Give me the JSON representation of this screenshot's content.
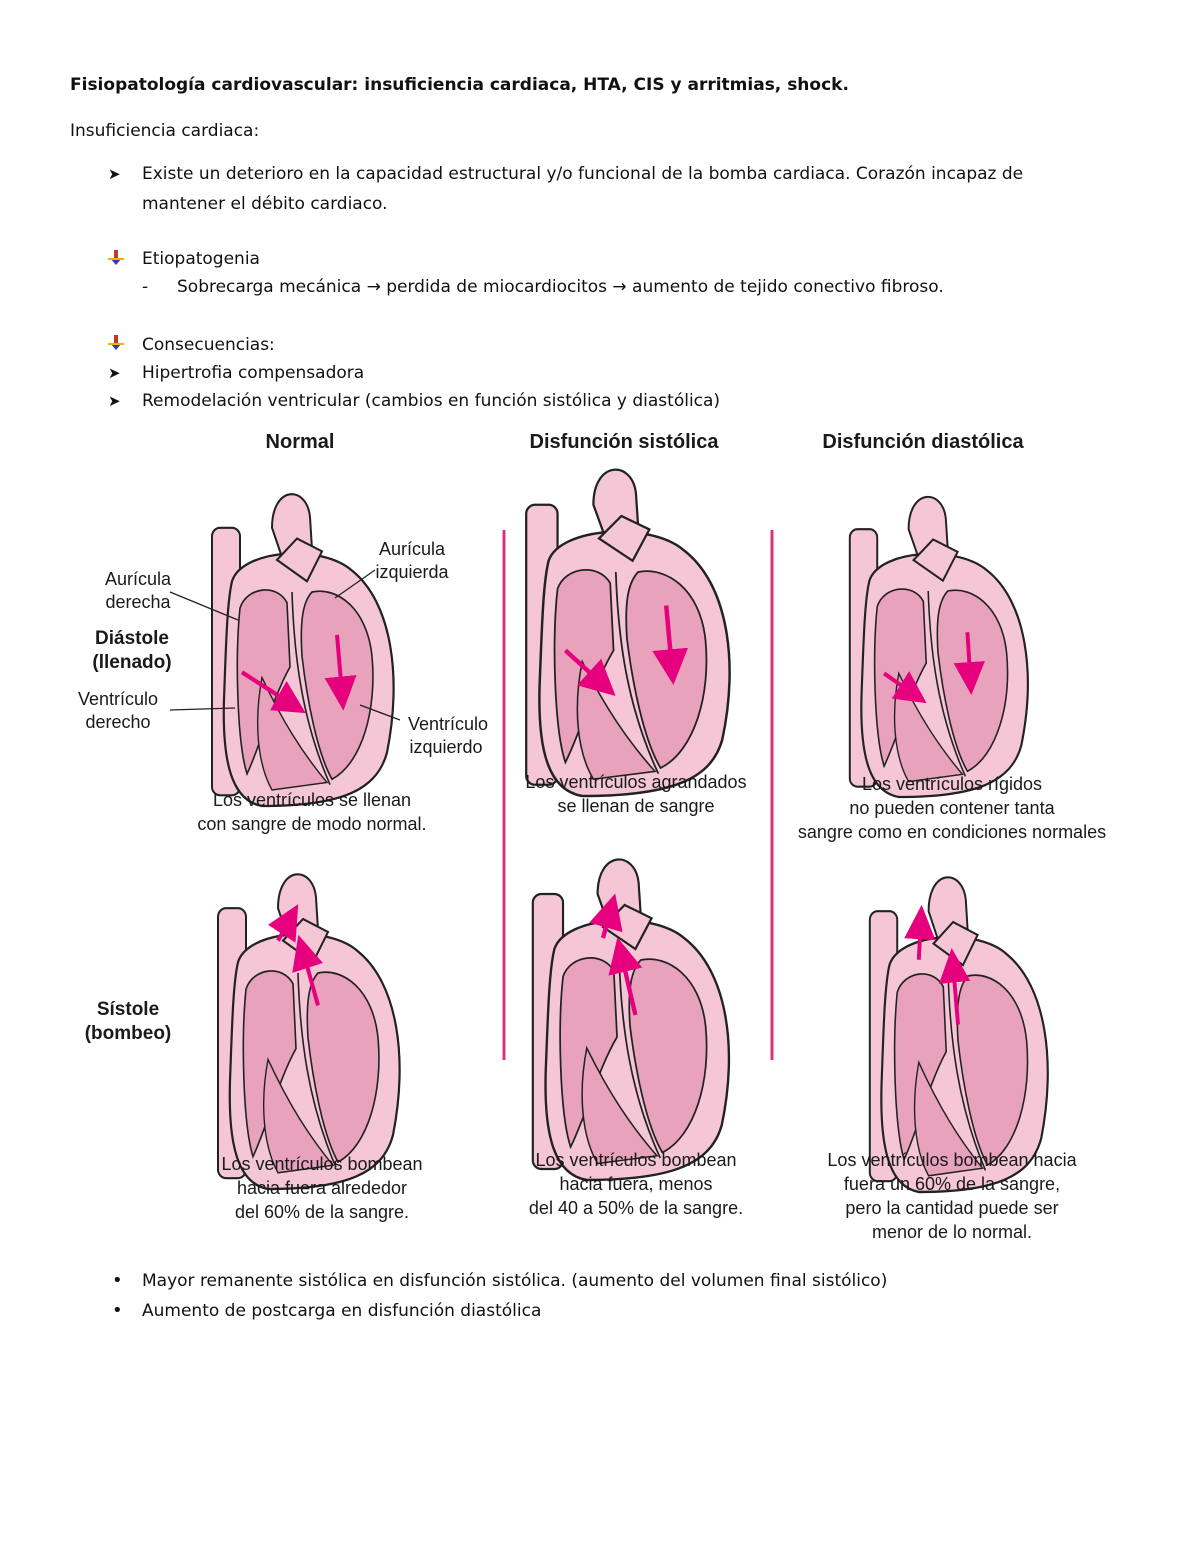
{
  "doc": {
    "title": "Fisiopatología cardiovascular: insuficiencia cardiaca, HTA, CIS y arritmias, shock.",
    "section": "Insuficiencia cardiaca:",
    "intro_line1": "Existe un deterioro en la capacidad estructural y/o funcional de la bomba cardiaca. Corazón incapaz de",
    "intro_line2": "mantener el débito cardiaco.",
    "etio_heading": "Etiopatogenia",
    "etio_item": "Sobrecarga mecánica → perdida de miocardiocitos → aumento de tejido conectivo fibroso.",
    "cons_heading": "Consecuencias:",
    "cons_items": [
      "Hipertrofia compensadora",
      "Remodelación ventricular (cambios en función sistólica y diastólica)"
    ],
    "bottom_bullets": [
      "Mayor remanente sistólica en disfunción sistólica. (aumento del volumen final sistólico)",
      "Aumento de postcarga en disfunción diastólica"
    ],
    "colors": {
      "heart_fill": "#f5c6d6",
      "heart_inner": "#e8a2bc",
      "accent": "#e6007e",
      "divider": "#e0307d"
    }
  },
  "figure": {
    "columns": [
      "Normal",
      "Disfunción sistólica",
      "Disfunción diastólica"
    ],
    "rows": {
      "diastole_1": "Diástole",
      "diastole_2": "(llenado)",
      "systole_1": "Sístole",
      "systole_2": "(bombeo)"
    },
    "annotations": {
      "ra_1": "Aurícula",
      "ra_2": "derecha",
      "la_1": "Aurícula",
      "la_2": "izquierda",
      "rv_1": "Ventrículo",
      "rv_2": "derecho",
      "lv_1": "Ventrículo",
      "lv_2": "izquierdo"
    },
    "captions_diastole": [
      [
        "Los ventrículos se llenan",
        "con sangre de modo normal."
      ],
      [
        "Los ventrículos agrandados",
        "se llenan de sangre"
      ],
      [
        "Los ventrículos rígidos",
        "no pueden contener tanta",
        "sangre como en condiciones normales"
      ]
    ],
    "captions_systole": [
      [
        "Los ventrículos bombean",
        "hacia fuera alrededor",
        "del 60% de la sangre."
      ],
      [
        "Los ventrículos bombean",
        "hacia fuera, menos",
        "del 40 a 50% de la sangre."
      ],
      [
        "Los ventrículos bombean hacia",
        "fuera un 60% de la sangre,",
        "pero la cantidad puede ser",
        "menor de lo normal."
      ]
    ]
  }
}
